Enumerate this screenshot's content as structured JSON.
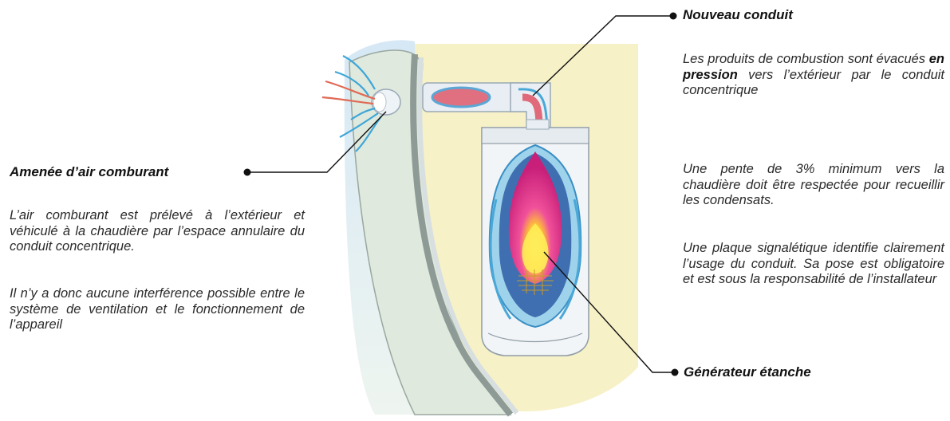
{
  "callouts": {
    "left": {
      "title": "Amenée d’air comburant",
      "p1": "L’air comburant est prélevé à l’extérieur et véhiculé à la chaudière par l’espace annulaire du conduit concentrique.",
      "p2": "Il n’y a donc aucune interférence possible entre le système de ventilation et le fonctionnement de l’appareil"
    },
    "top_right": {
      "title": "Nouveau conduit",
      "p1_before": "Les produits de combustion sont évacués ",
      "p1_bold": "en pression",
      "p1_after": " vers l’extérieur par le conduit concentrique",
      "p2": "Une pente de 3% minimum vers la chaudière doit être respectée pour recueillir les condensats.",
      "p3": "Une plaque signalétique identifie clairement l’usage du conduit. Sa pose est obligatoire et est sous la responsabilité de l’installateur"
    },
    "bottom_right": {
      "title": "Générateur étanche"
    }
  },
  "colors": {
    "wall": "#dfe9dd",
    "room_wall": "#f7f1c8",
    "sky": "#cfe3f3",
    "flame_outer": "#e8348a",
    "flame_core": "#ffe23a",
    "fresh_air": "#3ea6d8",
    "exhaust": "#e06a55"
  }
}
